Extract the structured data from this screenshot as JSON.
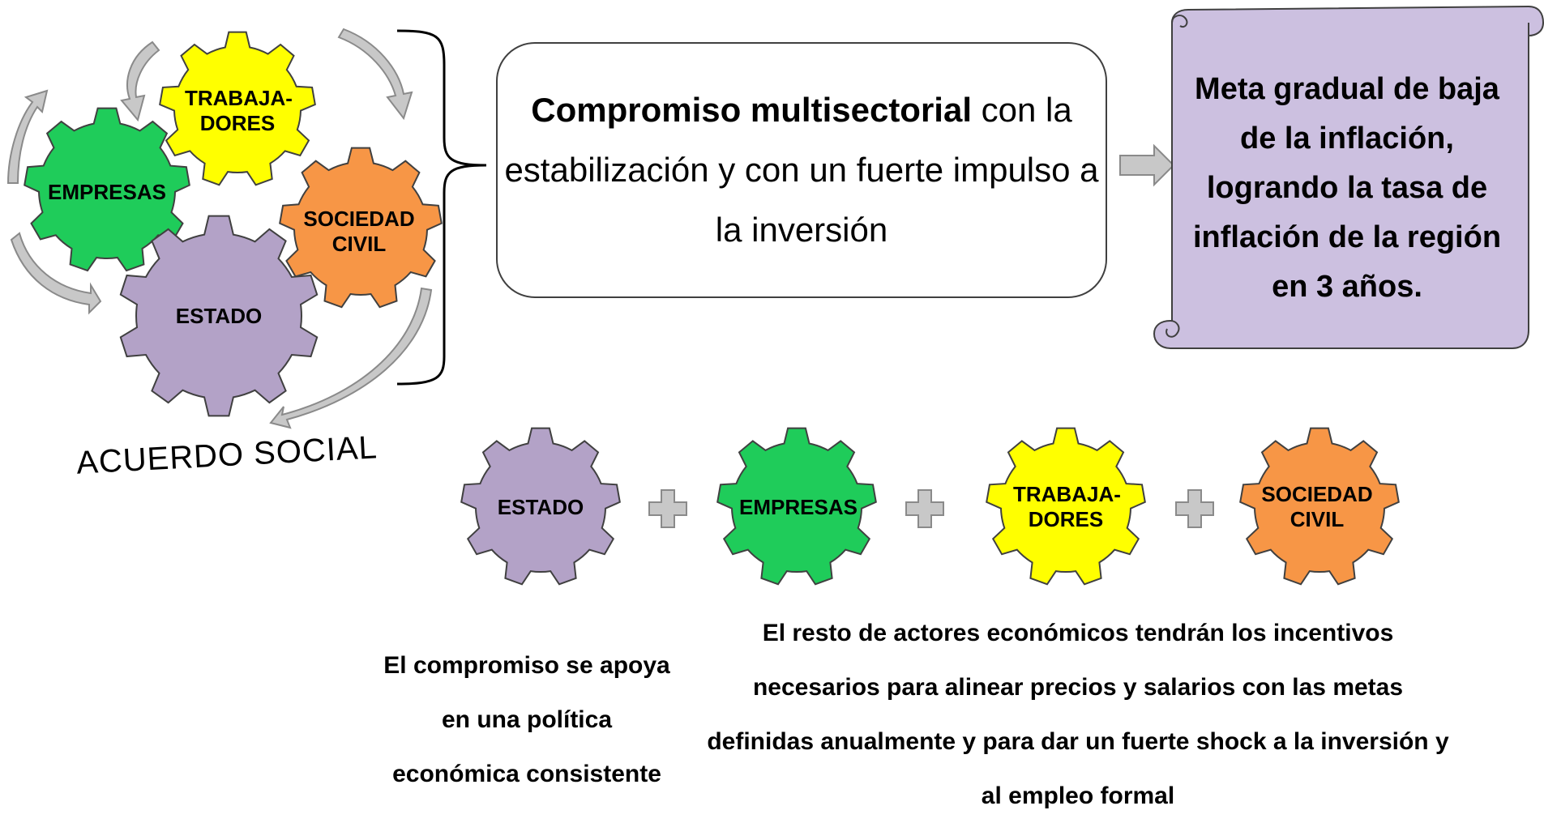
{
  "gears_cluster": {
    "trabajadores": [
      "TRABAJA-",
      "DORES"
    ],
    "empresas": [
      "EMPRESAS"
    ],
    "sociedad_civil": [
      "SOCIEDAD",
      "CIVIL"
    ],
    "estado": [
      "ESTADO"
    ]
  },
  "acuerdo_label": "ACUERDO SOCIAL",
  "commitment": {
    "bold": "Compromiso multisectorial",
    "rest": "con la estabilización y con un fuerte impulso a la inversión"
  },
  "goal_scroll": "Meta gradual de baja de la inflación, logrando la tasa de inflación de la región en 3 años.",
  "gears_row": {
    "estado": [
      "ESTADO"
    ],
    "empresas": [
      "EMPRESAS"
    ],
    "trabajadores": [
      "TRABAJA-",
      "DORES"
    ],
    "sociedad_civil": [
      "SOCIEDAD",
      "CIVIL"
    ]
  },
  "notes": {
    "left": "El compromiso se apoya en una política económica consistente",
    "right": "El resto de actores económicos tendrán los incentivos necesarios para alinear precios y salarios con las metas definidas anualmente y para dar un fuerte shock a la inversión y al empleo formal"
  },
  "colors": {
    "estado": "#b3a2c7",
    "empresas": "#1fcc5a",
    "trabajadores": "#ffff00",
    "sociedad_civil": "#f79646",
    "scroll_fill": "#ccc0e0",
    "arrow_fill": "#c8c8c8",
    "outline": "#404040"
  }
}
